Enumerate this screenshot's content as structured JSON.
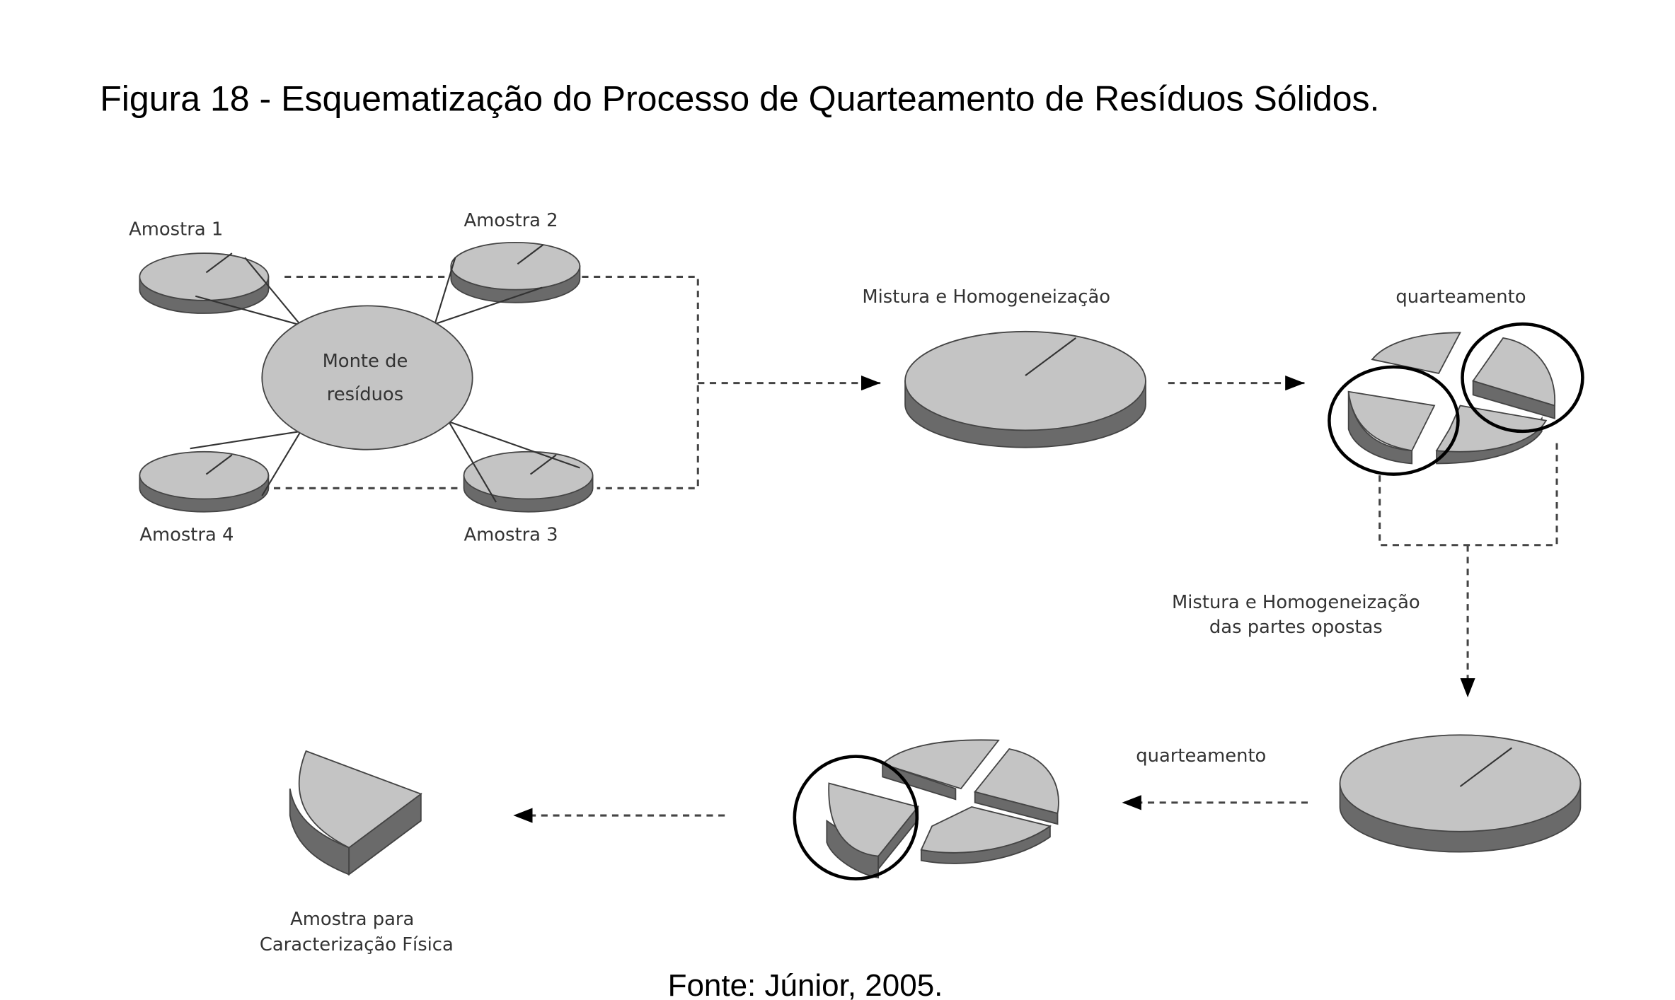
{
  "title": "Figura 18 - Esquematização do Processo de Quarteamento de Resíduos Sólidos.",
  "source": "Fonte: Júnior, 2005.",
  "diagram": {
    "samples": [
      "Amostra 1",
      "Amostra 2",
      "Amostra 3",
      "Amostra 4"
    ],
    "pile": [
      "Monte de",
      "resíduos"
    ],
    "mixing": "Mistura e Homogeneização",
    "quartering_1": "quarteamento",
    "mixing_opposite": [
      "Mistura e Homogeneização",
      "das partes opostas"
    ],
    "quartering_2": "quarteamento",
    "final_sample": [
      "Amostra para",
      "Caracterização Física"
    ]
  },
  "colors": {
    "disc_top": "#c4c4c4",
    "disc_side": "#6a6a6a"
  }
}
